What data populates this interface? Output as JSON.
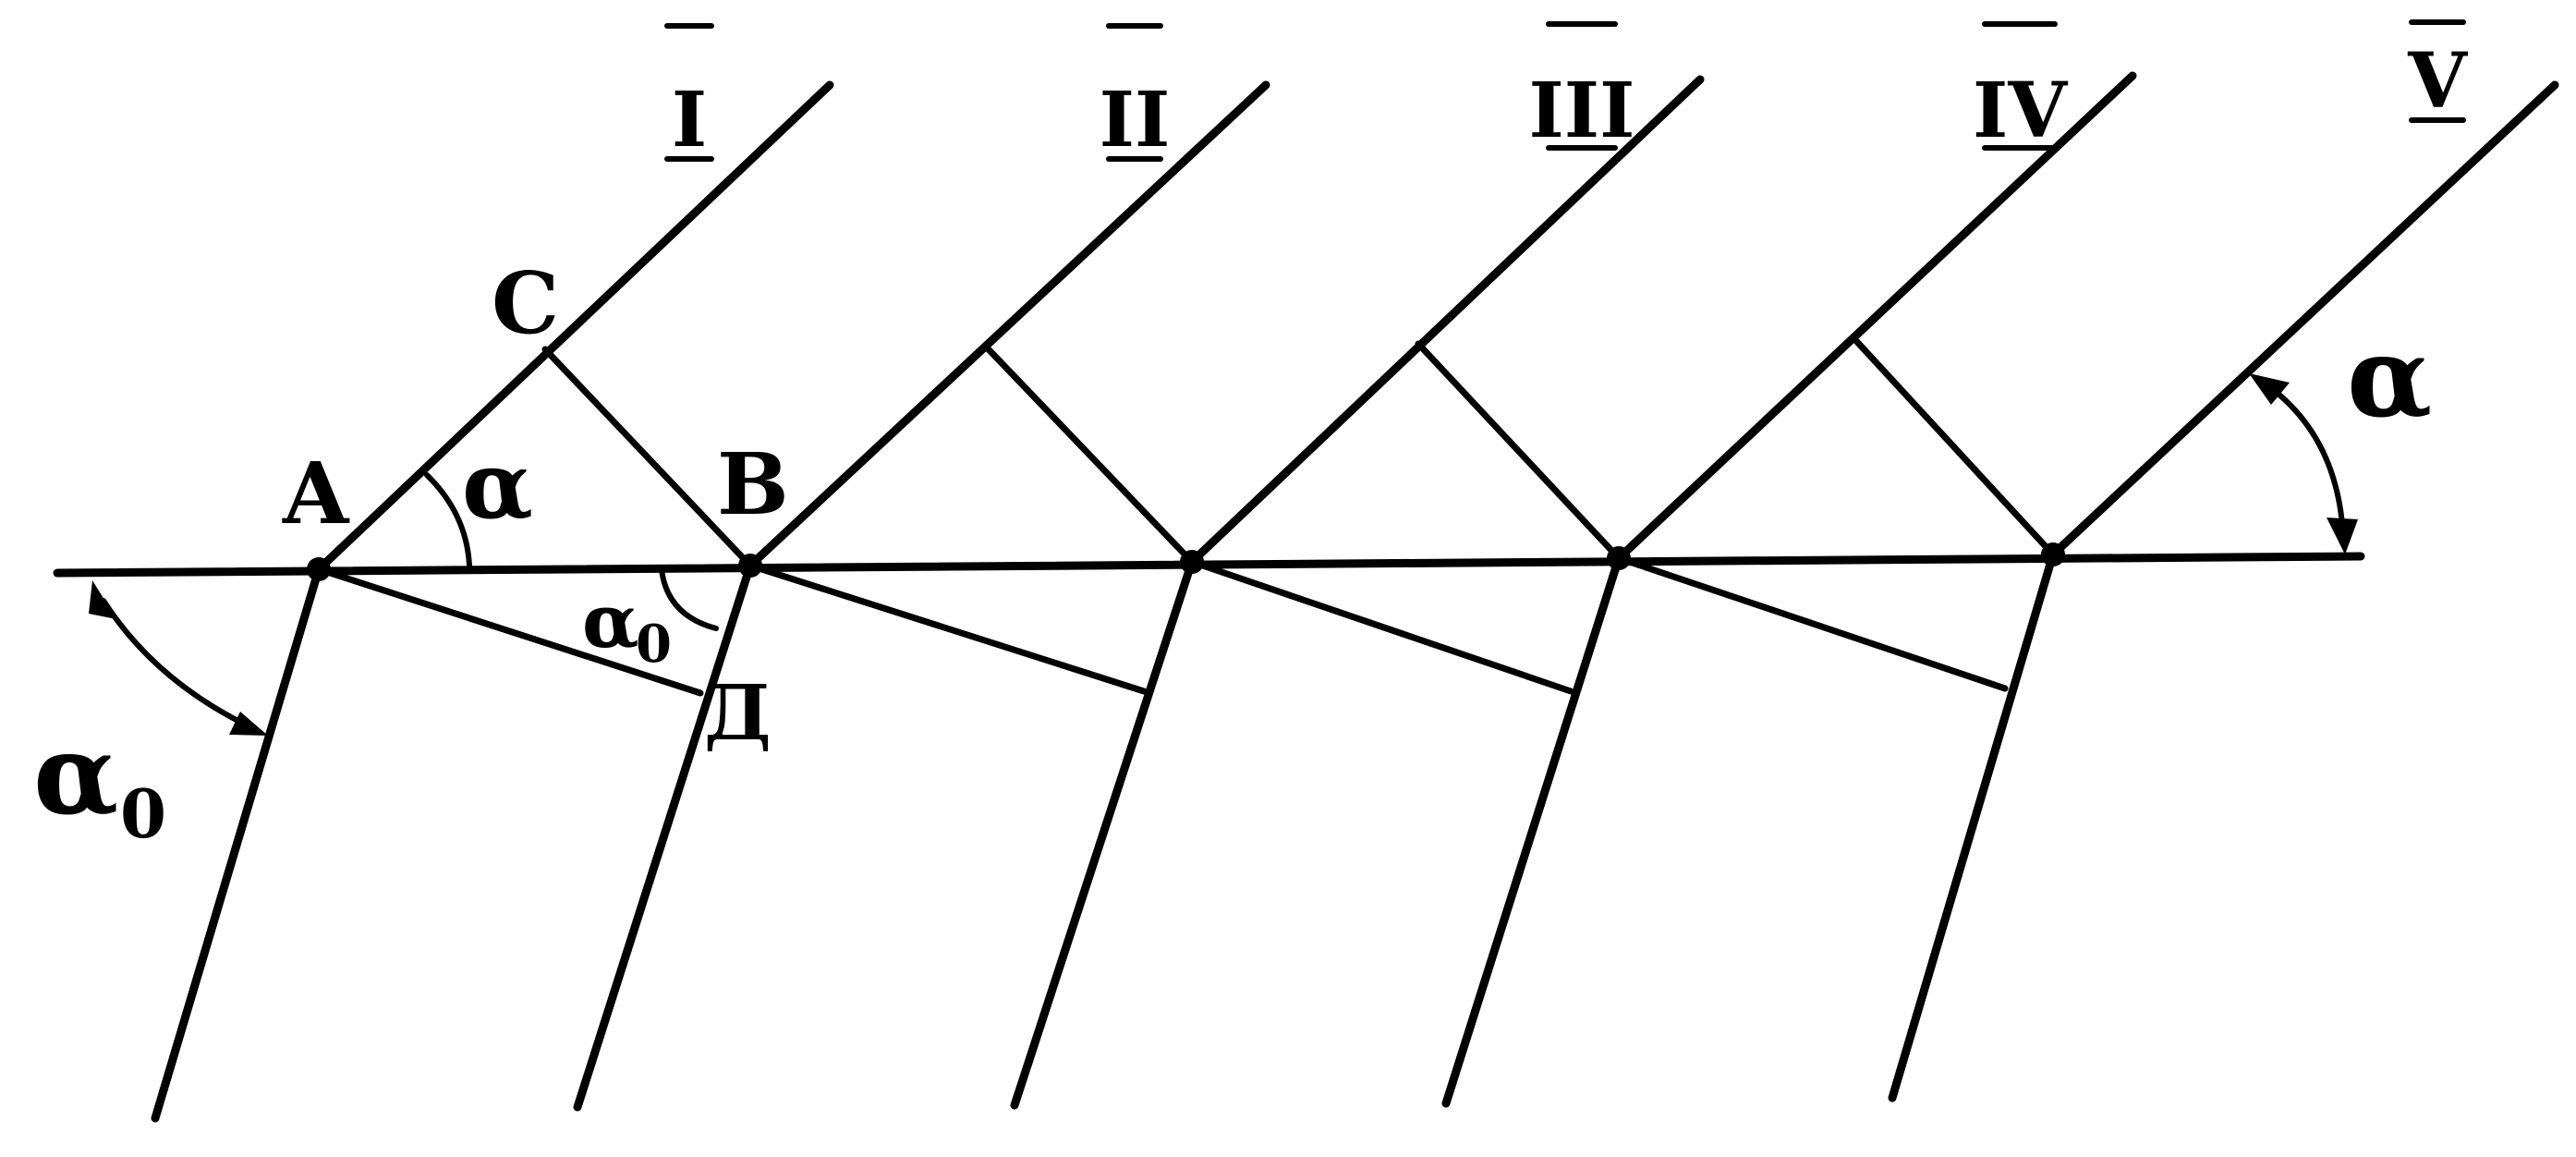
{
  "labels": {
    "point_a": "A",
    "point_b": "B",
    "point_c": "C",
    "point_d": "Д",
    "angle_alpha_left": "α",
    "angle_alpha_right": "α",
    "angle_alpha0_left": "α",
    "angle_alpha0_left_sub": "0",
    "angle_alpha0_mid": "α",
    "angle_alpha0_mid_sub": "0"
  },
  "rays": [
    {
      "label": "I"
    },
    {
      "label": "II"
    },
    {
      "label": "III"
    },
    {
      "label": "IV"
    },
    {
      "label": "V"
    }
  ]
}
